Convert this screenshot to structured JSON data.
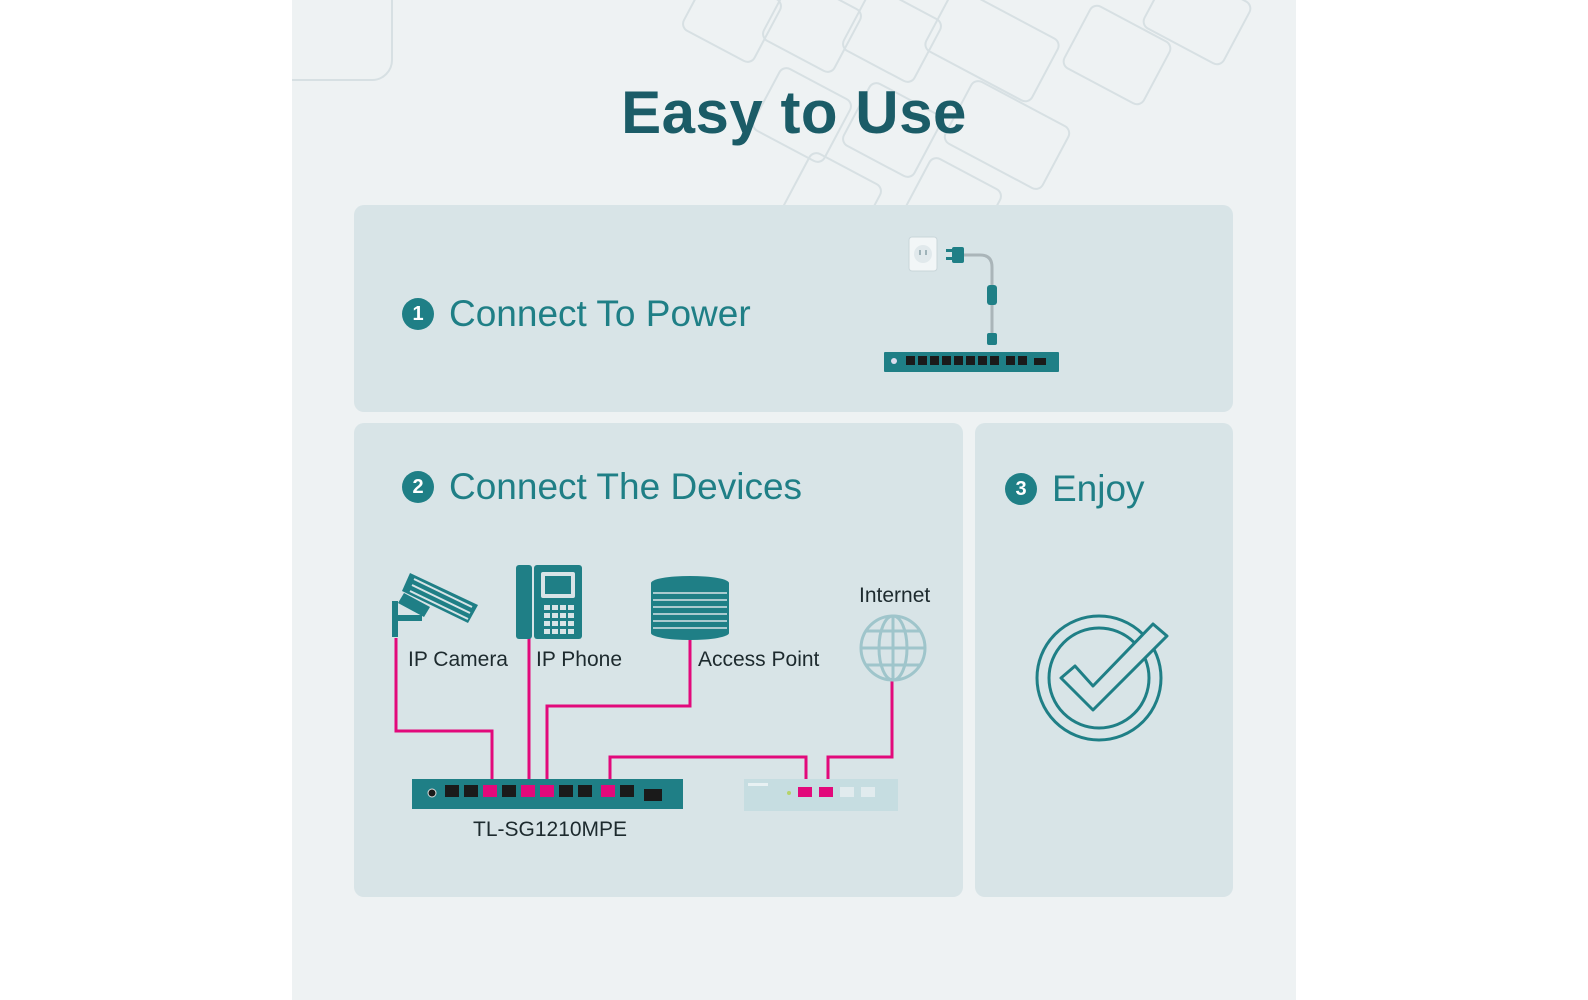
{
  "title": "Easy to Use",
  "steps": [
    {
      "number": "1",
      "label": "Connect To Power"
    },
    {
      "number": "2",
      "label": "Connect The Devices"
    },
    {
      "number": "3",
      "label": "Enjoy"
    }
  ],
  "devices": {
    "camera": "IP Camera",
    "phone": "IP Phone",
    "access_point": "Access Point",
    "internet": "Internet",
    "switch_model": "TL-SG1210MPE"
  },
  "colors": {
    "teal": "#1f7f86",
    "dark_teal": "#1b5c67",
    "panel": "#d8e4e7",
    "cable": "#e2097b",
    "background": "#eef2f3"
  },
  "icons": [
    "plug-icon",
    "ip-camera-icon",
    "ip-phone-icon",
    "access-point-icon",
    "globe-icon",
    "checkmark-circle-icon"
  ]
}
